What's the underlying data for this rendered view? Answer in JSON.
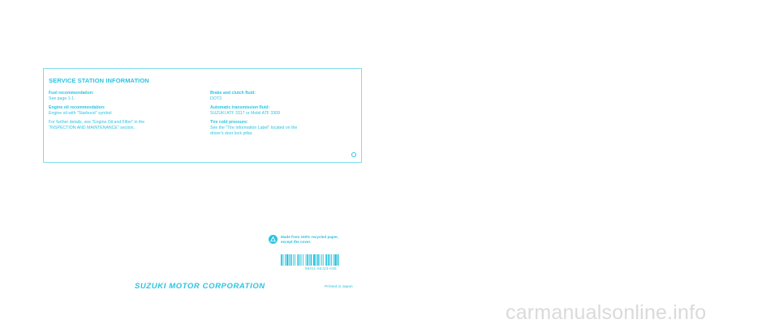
{
  "box": {
    "title": "SERVICE STATION INFORMATION",
    "left": [
      {
        "label": "Fuel recommendation:",
        "lines": [
          "See page 1-1."
        ]
      },
      {
        "label": "Engine oil recommendation:",
        "lines": [
          "Engine oil with \"Starburst\" symbol"
        ]
      },
      {
        "label": "",
        "lines": [
          "For further details, see \"Engine Oil and Filter\" in the",
          "\"INSPECTION AND MAINTENANCE\" section."
        ]
      }
    ],
    "right": [
      {
        "label": "Brake and clutch fluid:",
        "lines": [
          "DOT3"
        ]
      },
      {
        "label": "Automatic transmission fluid:",
        "lines": [
          "SUZUKI ATF 3317 or Mobil ATF 3309"
        ]
      },
      {
        "label": "Tire cold pressure:",
        "lines": [
          "See the \"Tire Information Label\" located on the",
          "driver's door lock pillar."
        ]
      }
    ]
  },
  "recycle": {
    "icon": "recycle-icon",
    "line1": "Made from 100% recycled paper,",
    "line2": "except the cover."
  },
  "barcode": {
    "number": "99011-66J23-03E"
  },
  "brand": "SUZUKI MOTOR CORPORATION",
  "printed": "Printed in Japan",
  "watermark": "carmanualsonline.info",
  "colors": {
    "accent": "#2ac4e0",
    "watermark": "#dadada"
  }
}
